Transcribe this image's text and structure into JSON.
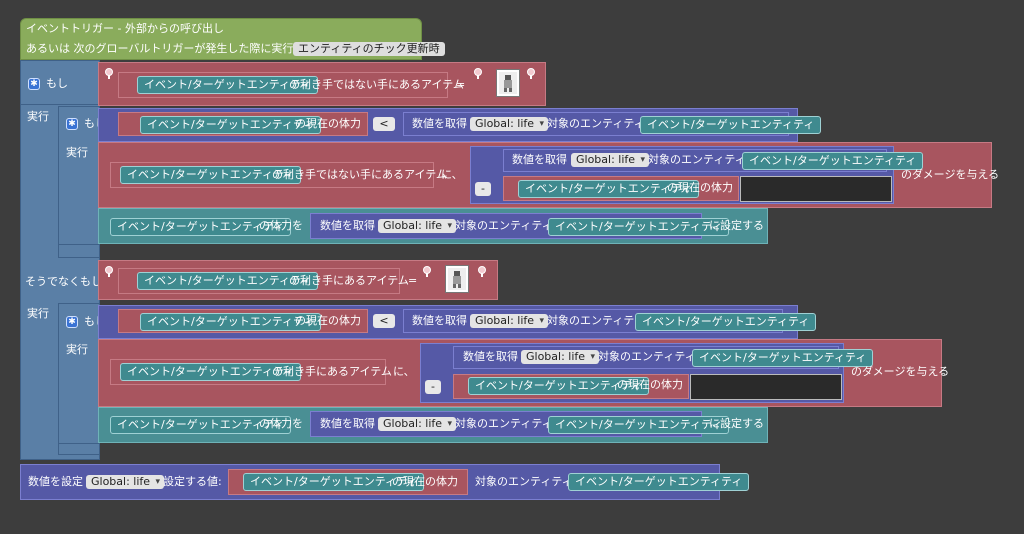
{
  "event": {
    "line1": "イベントトリガー - 外部からの呼び出し",
    "line2": "あるいは 次のグローバルトリガーが発生した際に実行される:",
    "trigger_value": "エンティティのチック更新時"
  },
  "labels": {
    "if": "もし",
    "do": "実行",
    "else_if": "そうでなくもし",
    "eq": "=",
    "lt": "<",
    "minus": "-",
    "target_entity": "イベント/ターゲットエンティティ",
    "offhand_item": "の利き手ではない手にあるアイテム",
    "mainhand_item": "の利き手にあるアイテム",
    "current_health": "の現在の体力",
    "get_number": "数値を取得",
    "of_entity": "対象のエンティティ:",
    "to": "に、",
    "deal_damage": "のダメージを与える",
    "health_of": "の体力を",
    "set_to": "に設定する",
    "set_number": "数値を設定",
    "set_value": "設定する値:",
    "global_life": "Global: life"
  },
  "colors": {
    "background": "#3d3d3d",
    "event": "#8aac5c",
    "control": "#5a7fa6",
    "damage": "#a8555f",
    "entity": "#4a8f94",
    "number": "#5559a6"
  },
  "icons": {
    "gear": "gear-icon",
    "item_slot": "item-icon"
  }
}
